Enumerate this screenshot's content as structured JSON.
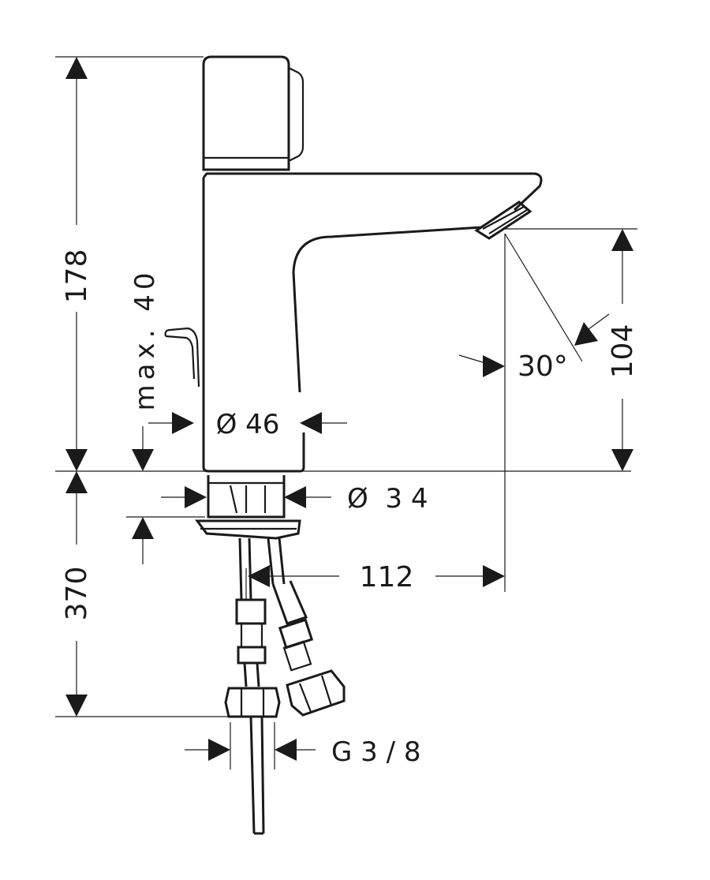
{
  "dimensions": {
    "total_height_above": "178",
    "total_height_below": "370",
    "max_thickness": "max. 40",
    "body_diameter": "Ø 46",
    "shank_diameter": "Ø  3 4",
    "spout_height": "104",
    "spout_reach": "112",
    "spray_angle": "30°",
    "connection_thread": "G 3 / 8"
  }
}
